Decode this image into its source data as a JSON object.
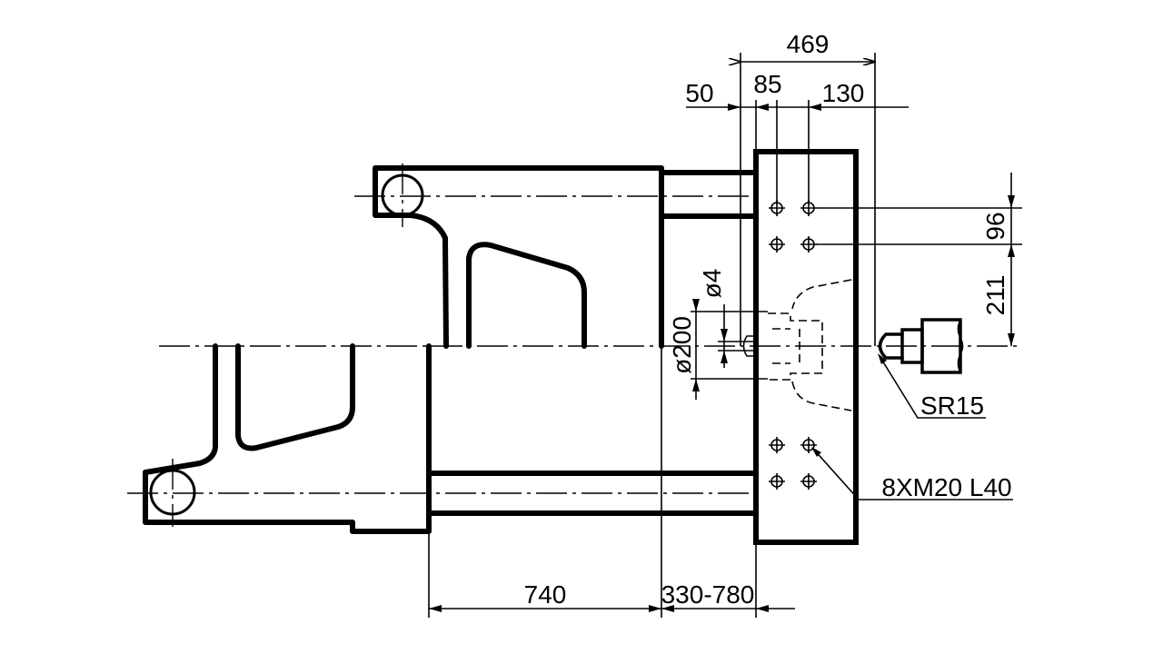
{
  "drawing": {
    "dimensions": {
      "total_width": "469",
      "offset_50": "50",
      "offset_85": "85",
      "offset_130": "130",
      "hole_spacing": "96",
      "hole_to_center": "211",
      "diameter_small": "ø4",
      "diameter_large": "ø200",
      "base_length": "740",
      "stroke_range": "330-780",
      "sphere_radius": "SR15",
      "bolt_spec": "8XM20 L40"
    }
  }
}
